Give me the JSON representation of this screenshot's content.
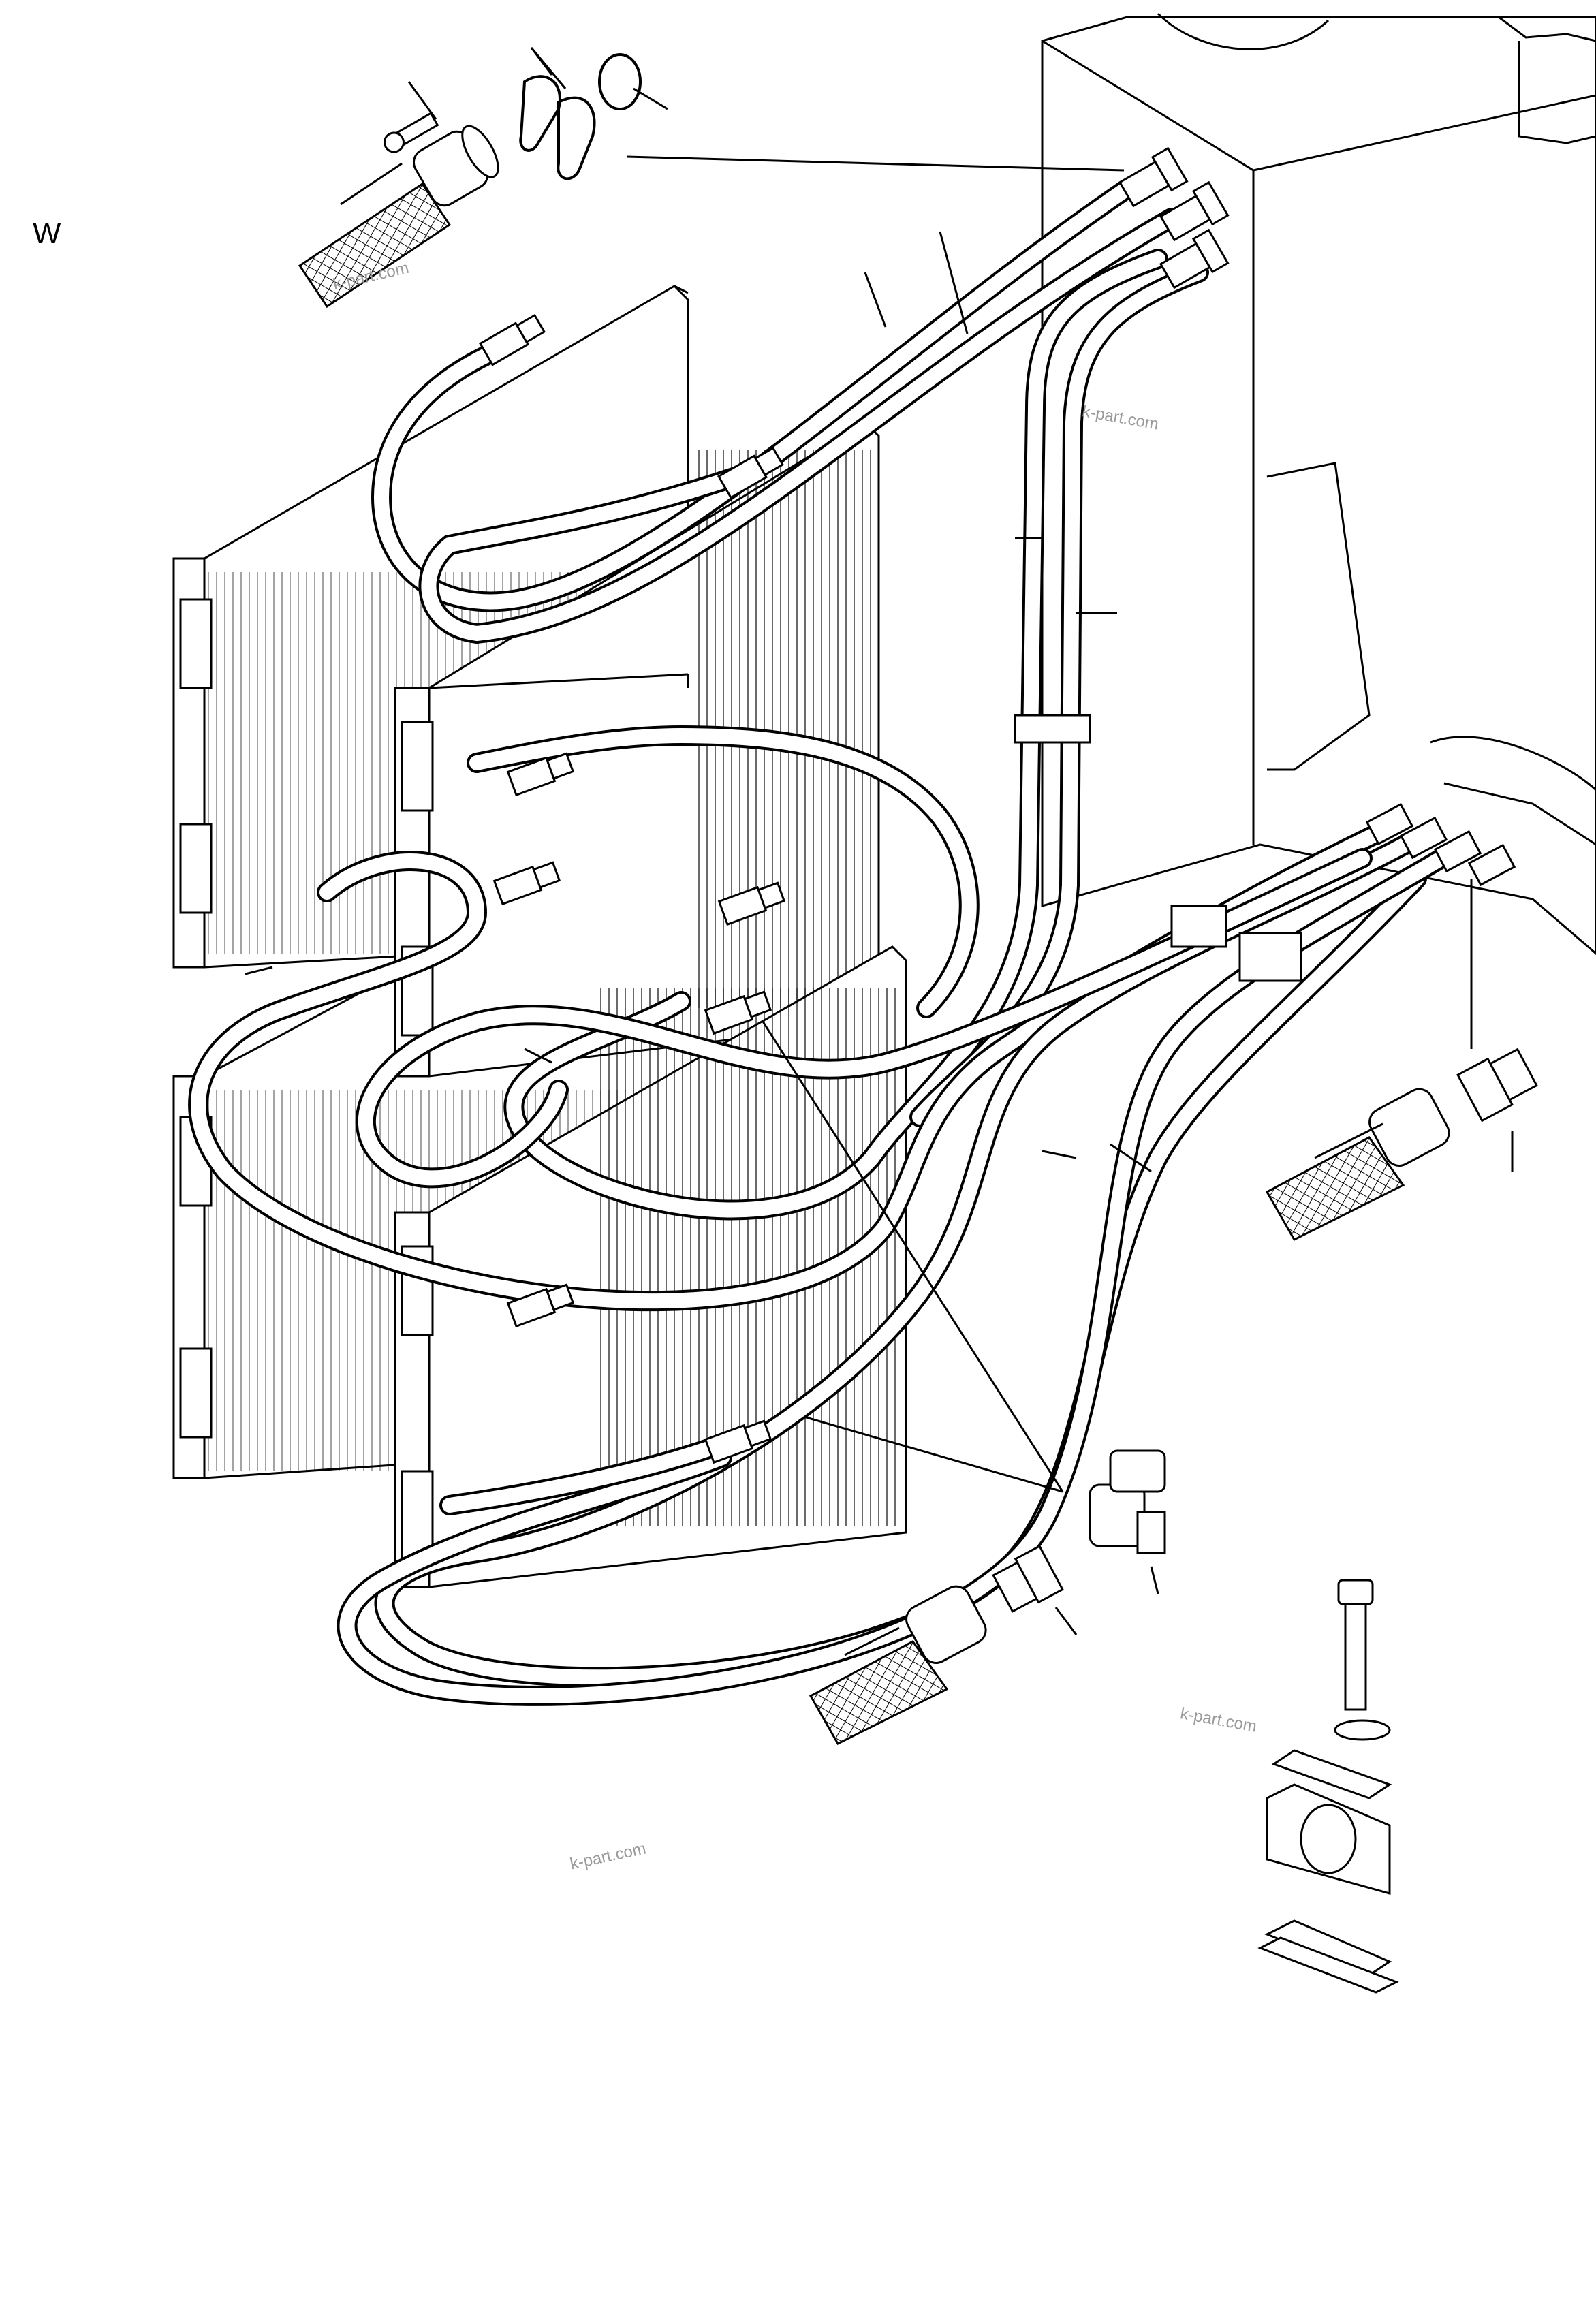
{
  "figure": {
    "view_label": "W",
    "watermarks": [
      "k-part.com",
      "k-part.com",
      "k-part.com",
      "k-part.com"
    ]
  },
  "icons": {
    "hose_outline_color": "#000000",
    "hose_fill_color": "#ffffff",
    "braid_color": "#000000",
    "watermark_color": "#9a9a9a"
  }
}
